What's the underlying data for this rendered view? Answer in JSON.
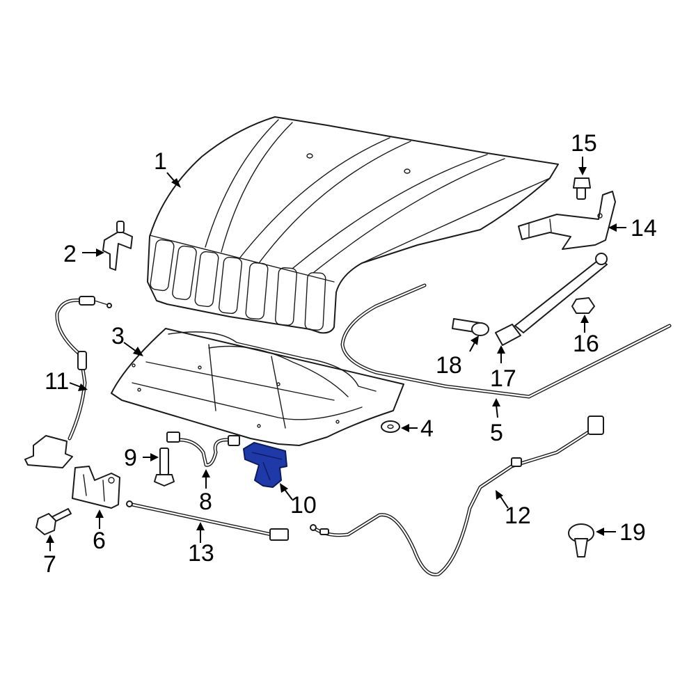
{
  "diagram": {
    "highlight_color": "#1f3aa8",
    "callouts": [
      {
        "id": "c1",
        "label": "1"
      },
      {
        "id": "c2",
        "label": "2"
      },
      {
        "id": "c3",
        "label": "3"
      },
      {
        "id": "c4",
        "label": "4"
      },
      {
        "id": "c5",
        "label": "5"
      },
      {
        "id": "c6",
        "label": "6"
      },
      {
        "id": "c7",
        "label": "7"
      },
      {
        "id": "c8",
        "label": "8"
      },
      {
        "id": "c9",
        "label": "9"
      },
      {
        "id": "c10",
        "label": "10"
      },
      {
        "id": "c11",
        "label": "11"
      },
      {
        "id": "c12",
        "label": "12"
      },
      {
        "id": "c13",
        "label": "13"
      },
      {
        "id": "c14",
        "label": "14"
      },
      {
        "id": "c15",
        "label": "15"
      },
      {
        "id": "c16",
        "label": "16"
      },
      {
        "id": "c17",
        "label": "17"
      },
      {
        "id": "c18",
        "label": "18"
      },
      {
        "id": "c19",
        "label": "19"
      }
    ]
  }
}
